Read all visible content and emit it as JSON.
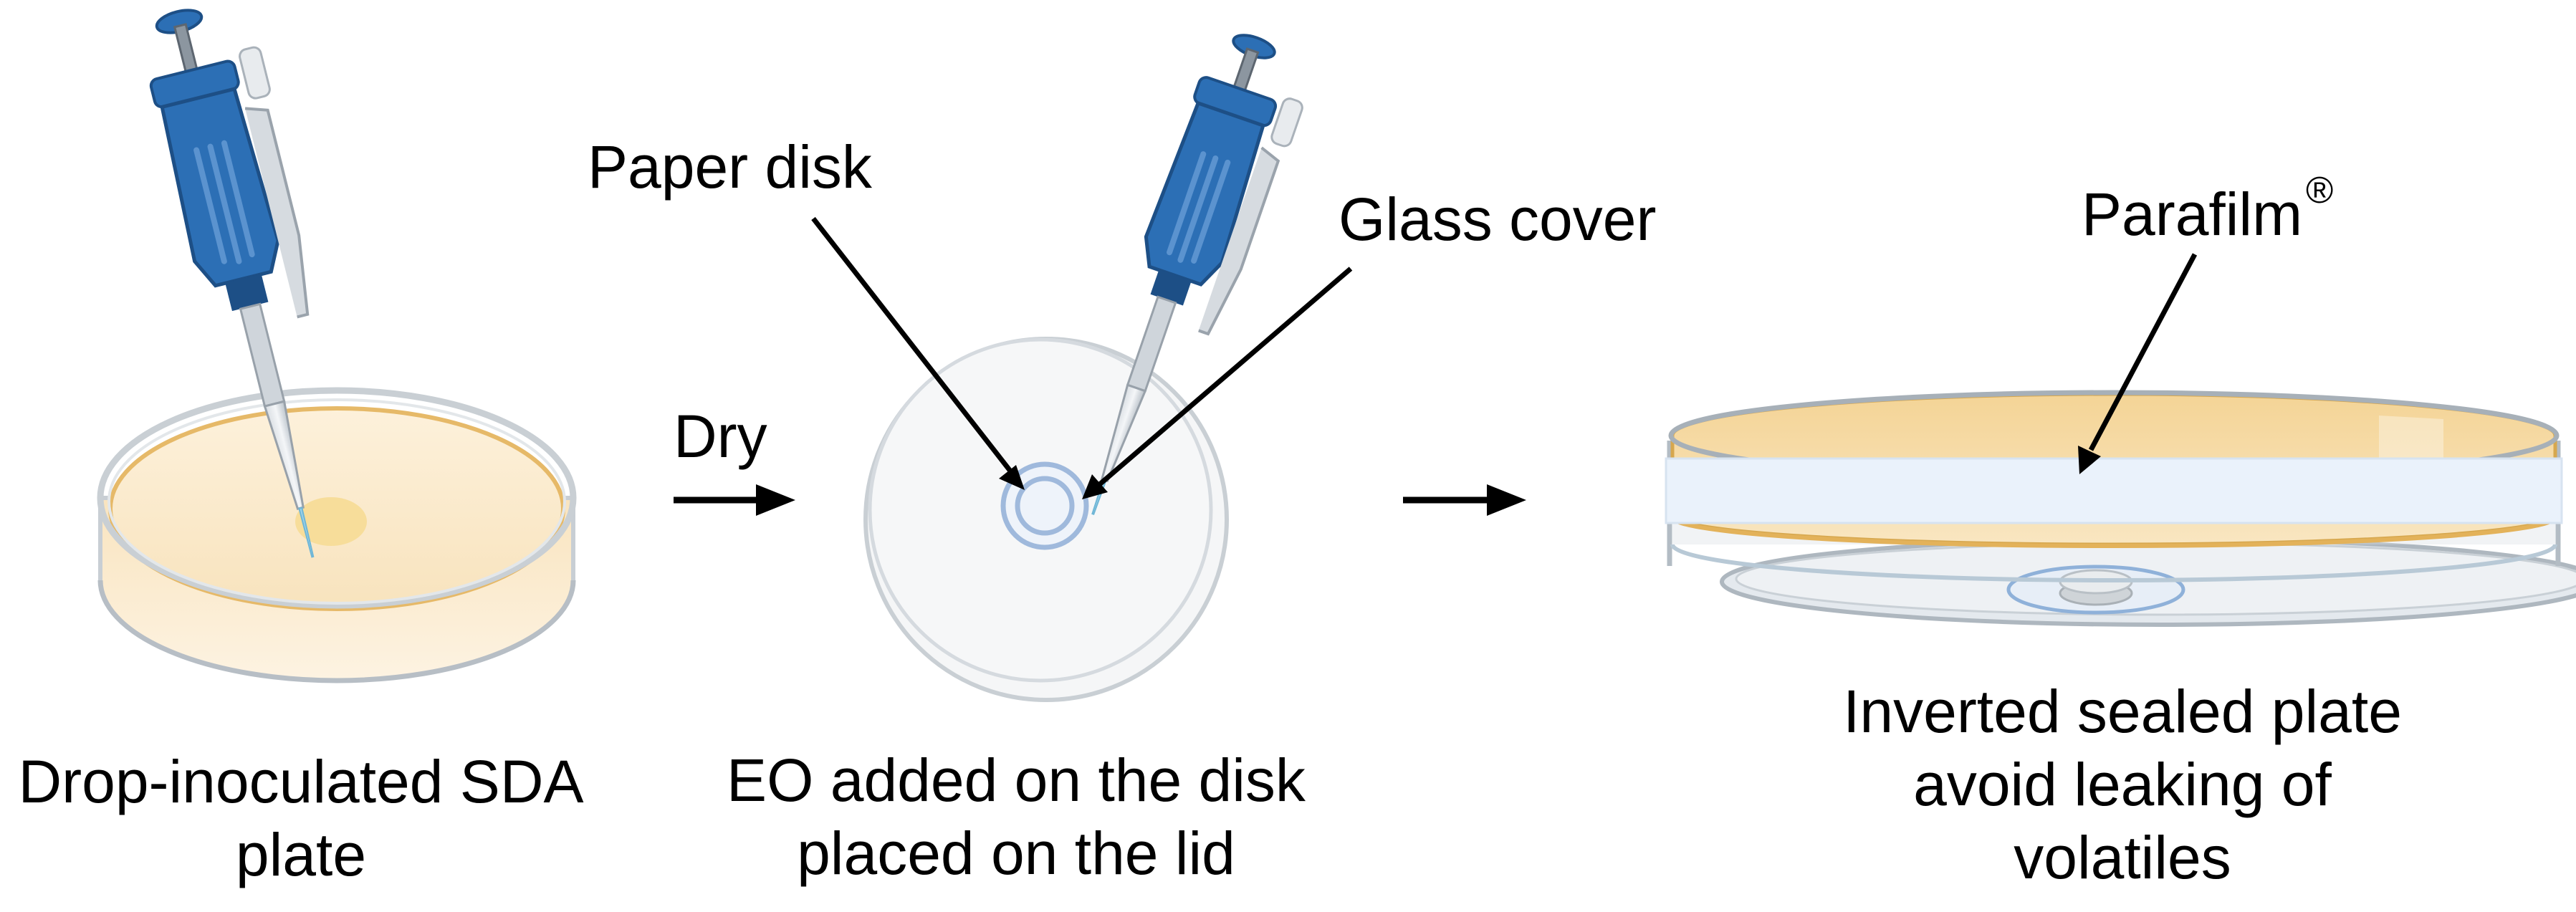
{
  "steps": [
    {
      "caption_line1": "Drop-inoculated SDA",
      "caption_line2": "plate"
    },
    {
      "caption_line1": "EO added on the disk",
      "caption_line2": "placed on the lid",
      "callout_paper_disk": "Paper disk",
      "callout_glass_cover": "Glass cover"
    },
    {
      "caption_line1": "Inverted sealed plate",
      "caption_line2": "avoid leaking of",
      "caption_line3": "volatiles",
      "callout_parafilm": "Parafilm",
      "callout_parafilm_mark": "®"
    }
  ],
  "arrow_dry_label": "Dry",
  "colors": {
    "pipette_blue": "#2c6fb5",
    "pipette_dark": "#1d4f86",
    "agar": "#fbe6c2",
    "agar_rim": "#e6b968",
    "glass_edge": "#c9cfd4",
    "paper_disk": "#9fb9dc",
    "parafilm": "#eaf2fb"
  }
}
